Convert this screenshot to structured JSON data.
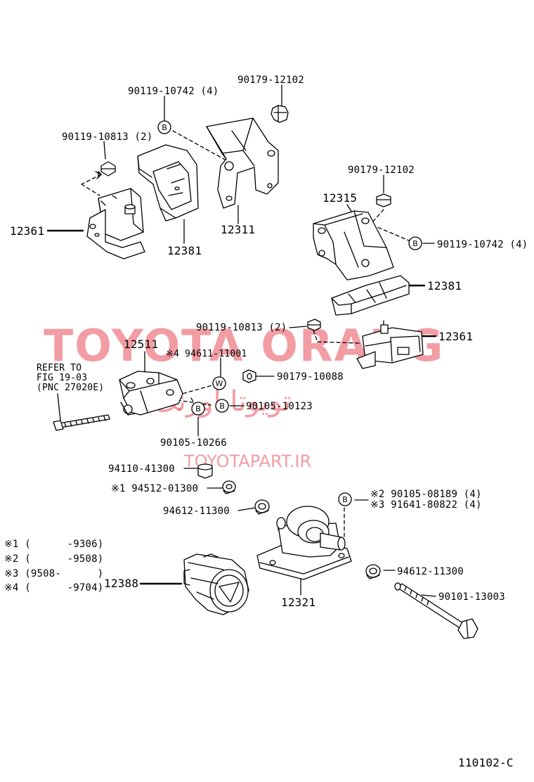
{
  "watermark": {
    "brand": "TOYOTA ORANG",
    "persian": "تویوتا اورنگ",
    "site": "TOYOTAPART.IR",
    "color": "#e84b5a"
  },
  "labels": {
    "p90179_12102_top": "90179-12102",
    "p90119_10742_top": "90119-10742 (4)",
    "p90119_10813_top": "90119-10813 (2)",
    "p12361_left": "12361",
    "p12381_left": "12381",
    "p12311": "12311",
    "p90179_12102_right": "90179-12102",
    "p12315": "12315",
    "p90119_10742_right": "90119-10742 (4)",
    "p12381_right": "12381",
    "p90119_10813_mid": "90119-10813 (2)",
    "p12361_right": "12361",
    "p12511": "12511",
    "p94611_11001": "※4 94611-11001",
    "p90179_10088": "90179-10088",
    "refer": [
      "REFER TO",
      "FIG 19-03",
      "(PNC 27020E)"
    ],
    "p90105_10123": "90105-10123",
    "p90105_10266": "90105-10266",
    "p94110_41300": "94110-41300",
    "p94512_01300": "※1 94512-01300",
    "p94612_11300_a": "94612-11300",
    "p90105_08189": "※2 90105-08189 (4)",
    "p91641_80822": "※3 91641-80822 (4)",
    "p94612_11300_b": "94612-11300",
    "p90101_13003": "90101-13003",
    "p12388": "12388",
    "p12321": "12321",
    "diagram_id": "110102-C"
  },
  "notes": [
    "※1 (      -9306)",
    "※2 (      -9508)",
    "※3 (9508-      )",
    "※4 (      -9704)"
  ],
  "callout_letters": {
    "b": "B",
    "w": "W"
  }
}
